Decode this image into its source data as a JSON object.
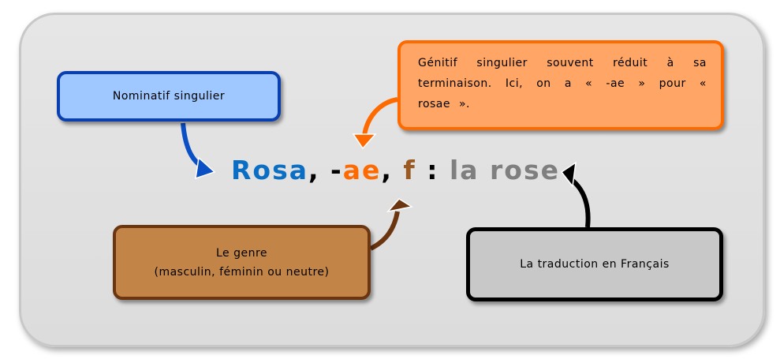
{
  "boxes": {
    "nominative": "Nominatif singulier",
    "genitive": "Génitif singulier souvent réduit à sa terminaison. Ici, on a « -ae » pour « rosae ».",
    "gender_line1": "Le genre",
    "gender_line2": "(masculin, féminin ou neutre)",
    "translation": "La traduction en Français"
  },
  "entry": {
    "word": "Rosa",
    "sep1": ", -",
    "ending": "ae",
    "sep2": ", ",
    "gender": "f",
    "colon": " : ",
    "translation": "la rose"
  },
  "colors": {
    "blue": "#0a6fc4",
    "orange": "#ff6a00",
    "brown": "#9a5a22",
    "gray": "#7f7f7f"
  }
}
